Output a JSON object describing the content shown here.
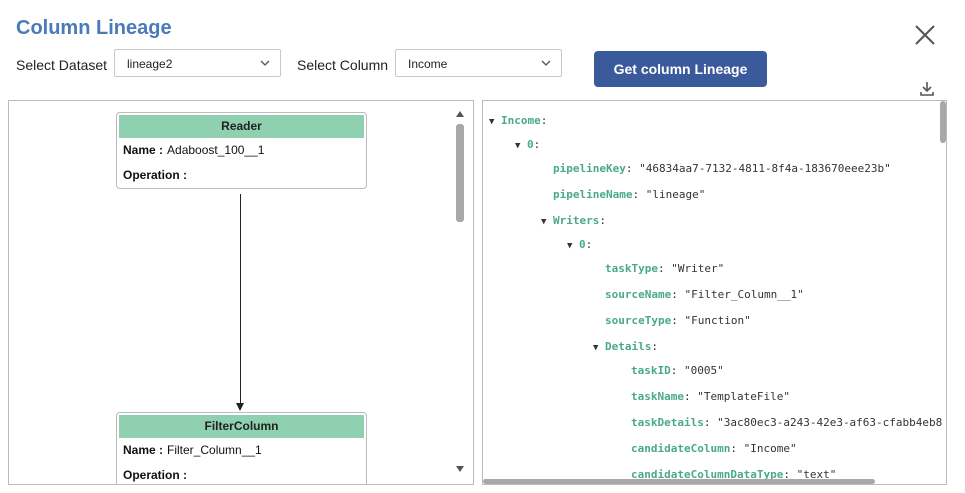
{
  "dialog": {
    "title": "Column Lineage"
  },
  "controls": {
    "dataset_label": "Select Dataset",
    "dataset_value": "lineage2",
    "column_label": "Select Column",
    "column_value": "Income",
    "get_button": "Get column Lineage"
  },
  "graph": {
    "nodes": [
      {
        "header": "Reader",
        "name_label": "Name :",
        "name_value": "Adaboost_100__1",
        "operation_label": "Operation :"
      },
      {
        "header": "FilterColumn",
        "name_label": "Name :",
        "name_value": "Filter_Column__1",
        "operation_label": "Operation :"
      }
    ]
  },
  "json": {
    "root_key": "Income",
    "idx0": "0",
    "pipelineKey_k": "pipelineKey",
    "pipelineKey_v": "\"46834aa7-7132-4811-8f4a-183670eee23b\"",
    "pipelineName_k": "pipelineName",
    "pipelineName_v": "\"lineage\"",
    "writers_k": "Writers",
    "widx0": "0",
    "taskType_k": "taskType",
    "taskType_v": "\"Writer\"",
    "sourceName_k": "sourceName",
    "sourceName_v": "\"Filter_Column__1\"",
    "sourceType_k": "sourceType",
    "sourceType_v": "\"Function\"",
    "details_k": "Details",
    "taskID_k": "taskID",
    "taskID_v": "\"0005\"",
    "taskName_k": "taskName",
    "taskName_v": "\"TemplateFile\"",
    "taskDetails_k": "taskDetails",
    "taskDetails_v": "\"3ac80ec3-a243-42e3-af63-cfabb4eb8",
    "candidateColumn_k": "candidateColumn",
    "candidateColumn_v": "\"Income\"",
    "candidateColumnDataType_k": "candidateColumnDataType",
    "candidateColumnDataType_v": "\"text\""
  }
}
